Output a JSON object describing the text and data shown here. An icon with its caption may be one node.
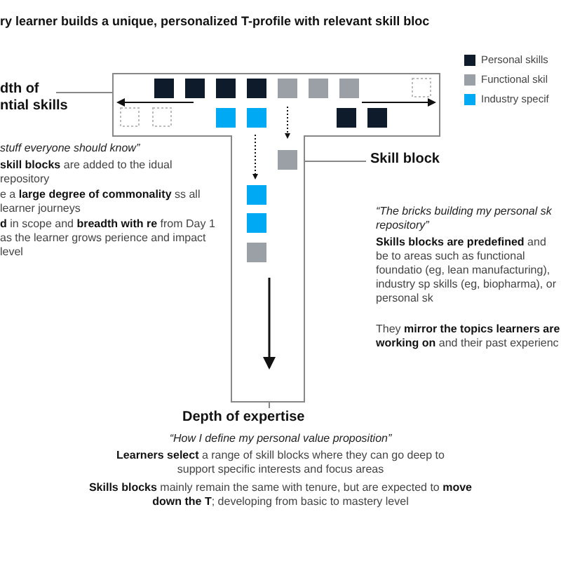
{
  "diagram": {
    "title": "ry learner builds a unique, personalized T-profile with relevant skill bloc",
    "nodes": [
      {
        "text": [
          "dth of ntial skills"
        ]
      },
      {
        "text": [],
        "shape": "box"
      },
      {
        "text": [
          "Skill block"
        ]
      },
      {
        "text": [],
        "shape": "box",
        "in": 1
      },
      {
        "text": [
          "Depth of expertise"
        ]
      }
    ],
    "edges": [
      {
        "from": 0,
        "to": 1,
        "arrow": "none"
      },
      {
        "from": 2,
        "to": 3,
        "arrow": "none"
      },
      {
        "from": 4,
        "to": 1,
        "arrow": "none"
      }
    ],
    "labels": [
      "stuff everyone should know”",
      "**skill blocks** are added to the idual repository",
      "e a **large degree of commonality** ss all learner journeys",
      "**d** in scope and **breadth with re** from Day 1 as the learner grows perience and impact level",
      "“The bricks building my personal sk repository”",
      "**Skills blocks are predefined** and be to areas such as functional foundatio (eg, lean manufacturing), industry sp skills (eg, biopharma), or personal sk",
      "They **mirror the topics learners are working on** and their past experienc",
      "“How I define my personal value proposition”",
      "**Learners select** a range of skill blocks where they can go deep to support specific interests and focus areas",
      "**Skills blocks** mainly remain the same with tenure, but are expected to **move down the T**; developing from basic to mastery level"
    ],
    "legend": [
      {
        "text": "Personal skills",
        "color": "#0d1b2a"
      },
      {
        "text": "Functional skil",
        "color": "#9aa0a6"
      },
      {
        "text": "Industry specif",
        "color": "#00a9f4"
      }
    ]
  }
}
